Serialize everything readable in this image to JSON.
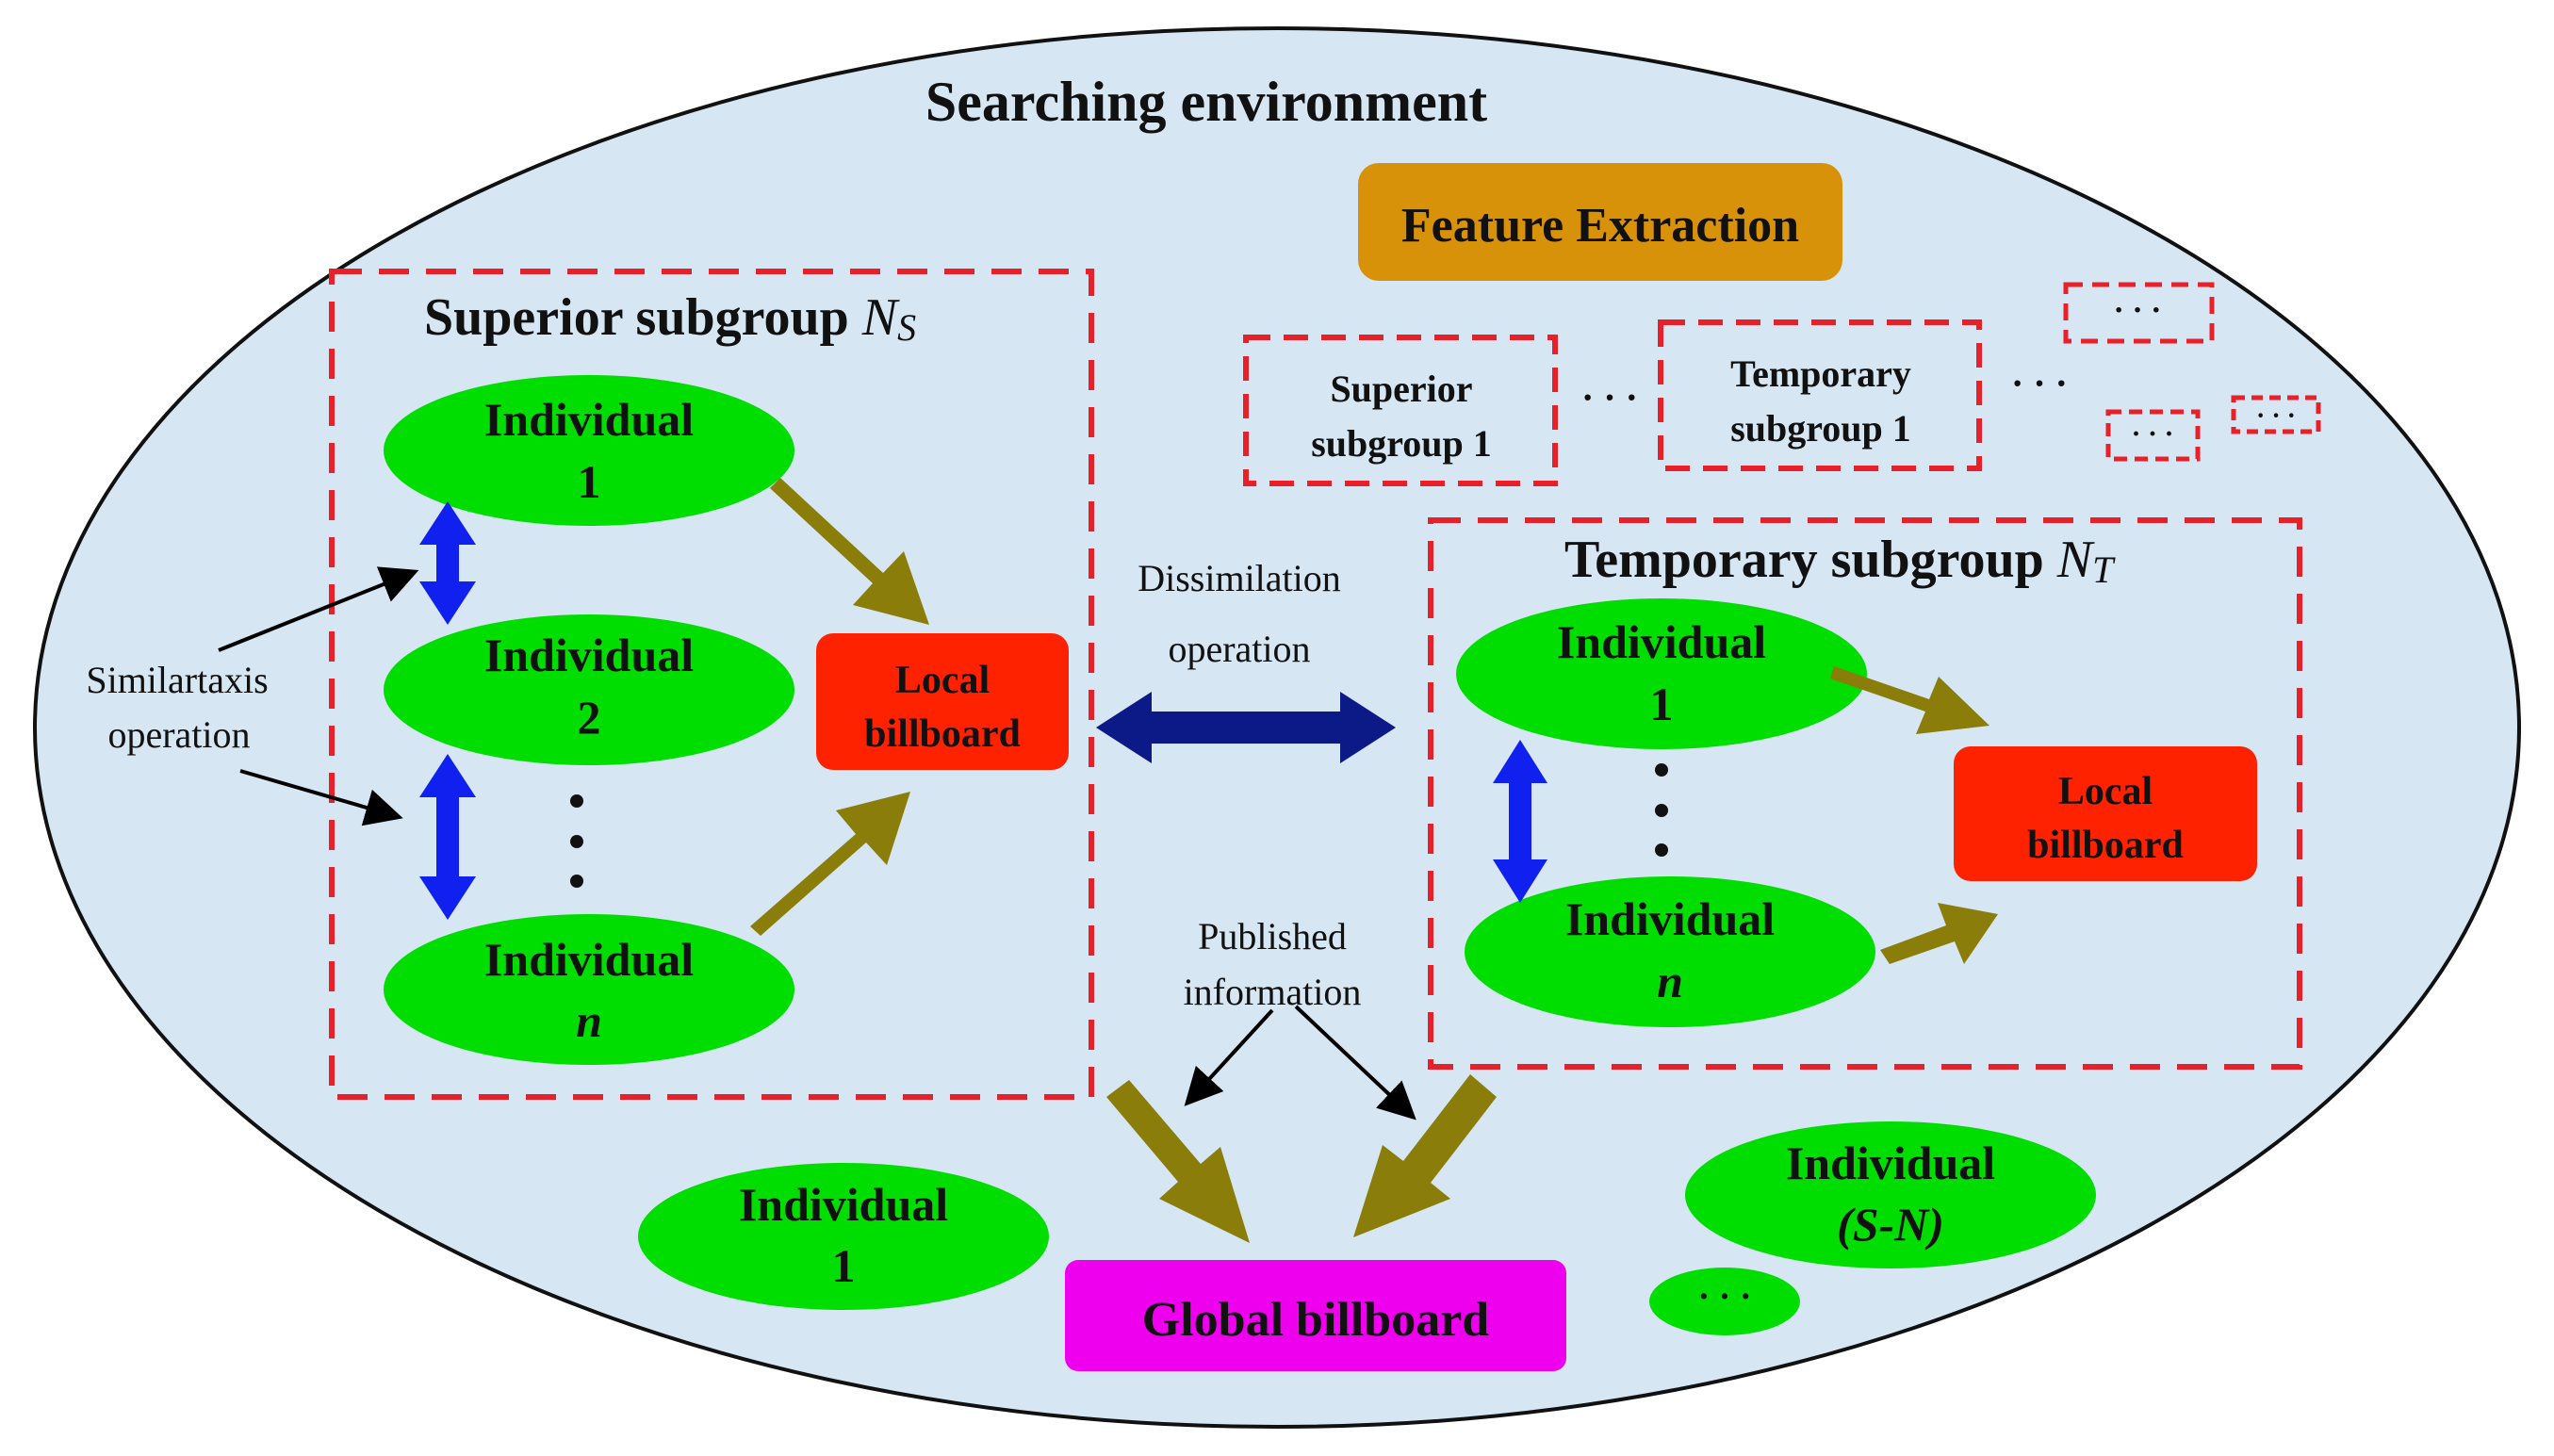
{
  "title": "Searching environment",
  "feature_extraction": "Feature Extraction",
  "superior": {
    "title_prefix": "Superior subgroup ",
    "title_sym": "NS",
    "ind1": [
      "Individual",
      "1"
    ],
    "ind2": [
      "Individual",
      "2"
    ],
    "indn": [
      "Individual",
      "n"
    ],
    "billboard": [
      "Local",
      "billboard"
    ]
  },
  "temporary": {
    "title_prefix": "Temporary subgroup ",
    "title_sym": "NT",
    "ind1": [
      "Individual",
      "1"
    ],
    "indn": [
      "Individual",
      "n"
    ],
    "billboard": [
      "Local",
      "billboard"
    ]
  },
  "mini": {
    "superior1": [
      "Superior",
      "subgroup 1"
    ],
    "temporary1": [
      "Temporary",
      "subgroup 1"
    ],
    "ellipsis": "· · ·"
  },
  "labels": {
    "similartaxis": [
      "Similartaxis",
      "operation"
    ],
    "dissimilation": [
      "Dissimilation",
      "operation"
    ],
    "published": [
      "Published",
      "information"
    ]
  },
  "free_individuals": {
    "ind1": [
      "Individual",
      "1"
    ],
    "indSN": [
      "Individual",
      "(S-N)"
    ]
  },
  "global_billboard": "Global billboard",
  "colors": {
    "environment": "#d6e6f3",
    "individual": "#00dd00",
    "local_billboard": "#ff2200",
    "global_billboard": "#ee00ee",
    "feature_extraction": "#d8920a",
    "dashed_border": "#e8202a",
    "olive_arrow": "#8a7d0a",
    "blue_arrow": "#1020ee",
    "navy_arrow": "#0c1a88"
  }
}
